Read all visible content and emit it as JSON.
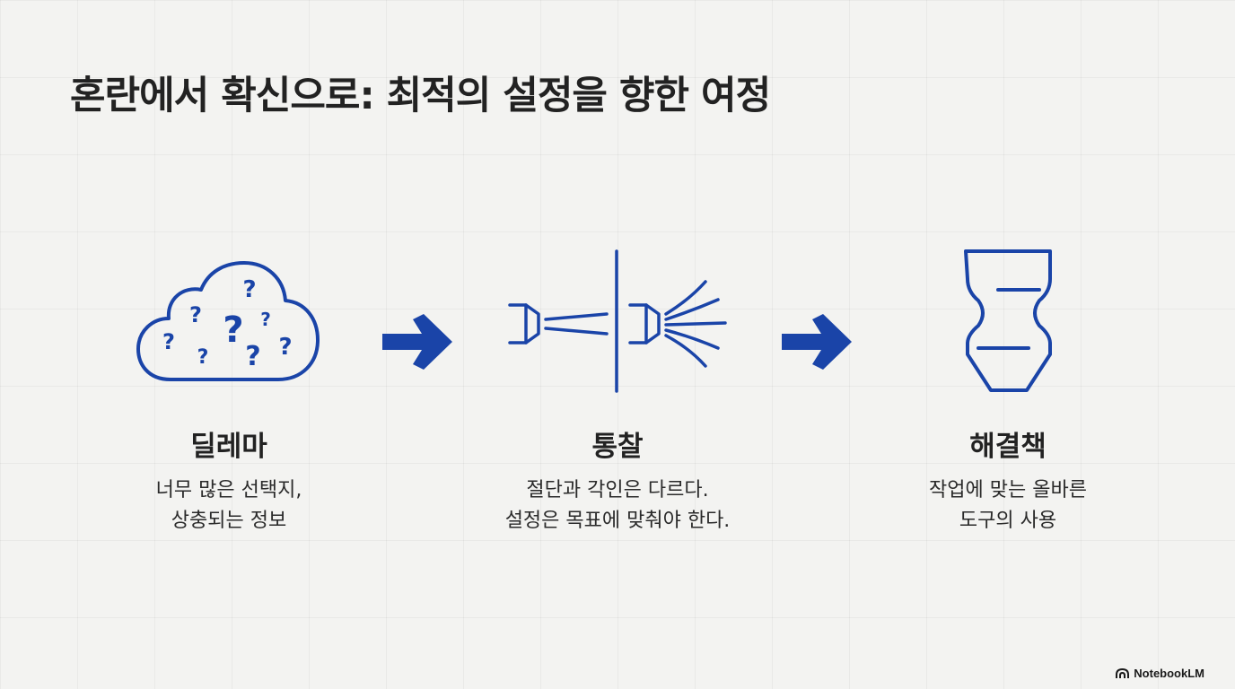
{
  "title": "혼란에서 확신으로: 최적의 설정을 향한 여정",
  "colors": {
    "accent": "#1a44a8",
    "text": "#222222",
    "background": "#f3f3f1"
  },
  "stages": [
    {
      "icon": "cloud-question-icon",
      "heading": "딜레마",
      "desc_lines": [
        "너무 많은 선택지,",
        "상충되는 정보"
      ]
    },
    {
      "icon": "nozzle-spray-icon",
      "heading": "통찰",
      "desc_lines": [
        "절단과 각인은 다르다.",
        "설정은 목표에 맞춰야 한다."
      ]
    },
    {
      "icon": "nozzle-tool-icon",
      "heading": "해결책",
      "desc_lines": [
        "작업에 맞는 올바른",
        "도구의 사용"
      ]
    }
  ],
  "brand": {
    "icon": "notebooklm-logo-icon",
    "label": "NotebookLM"
  }
}
